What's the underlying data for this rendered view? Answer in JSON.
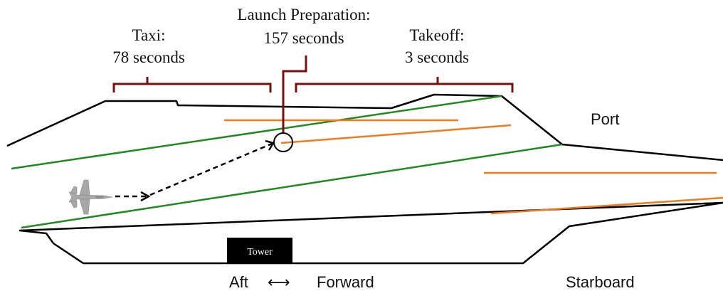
{
  "phases": {
    "taxi": {
      "line1": "Taxi:",
      "line2": "78 seconds"
    },
    "launch": {
      "line1": "Launch Preparation:",
      "line2": "157 seconds"
    },
    "takeoff": {
      "line1": "Takeoff:",
      "line2": "3 seconds"
    }
  },
  "labels": {
    "port": "Port",
    "starboard": "Starboard",
    "aft": "Aft",
    "arrow": "⟷",
    "forward": "Forward",
    "tower": "Tower"
  },
  "colors": {
    "hull": "#000000",
    "bracket": "#7a0f0f",
    "landing_lines": "#1f8a1f",
    "catapults": "#f07a1e",
    "tower_fill": "#000000",
    "aircraft": "#a8a8a8"
  },
  "icons": {
    "aircraft": "fighter-jet-icon"
  }
}
